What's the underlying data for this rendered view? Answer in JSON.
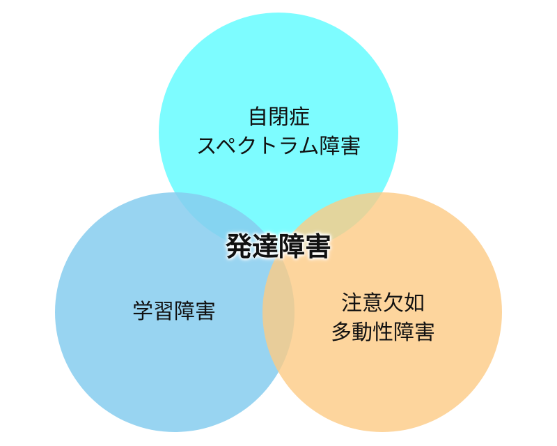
{
  "diagram": {
    "center_label": "発達障害",
    "circles": [
      {
        "id": "asd",
        "lines": [
          "自閉症",
          "スペクトラム障害"
        ],
        "color": "#66FCFF",
        "opacity": 0.85
      },
      {
        "id": "ld",
        "lines": [
          "学習障害"
        ],
        "color": "#86CCEE",
        "opacity": 0.85
      },
      {
        "id": "adhd",
        "lines": [
          "注意欠如",
          "多動性障害"
        ],
        "color": "#FDCB84",
        "opacity": 0.8
      }
    ]
  }
}
